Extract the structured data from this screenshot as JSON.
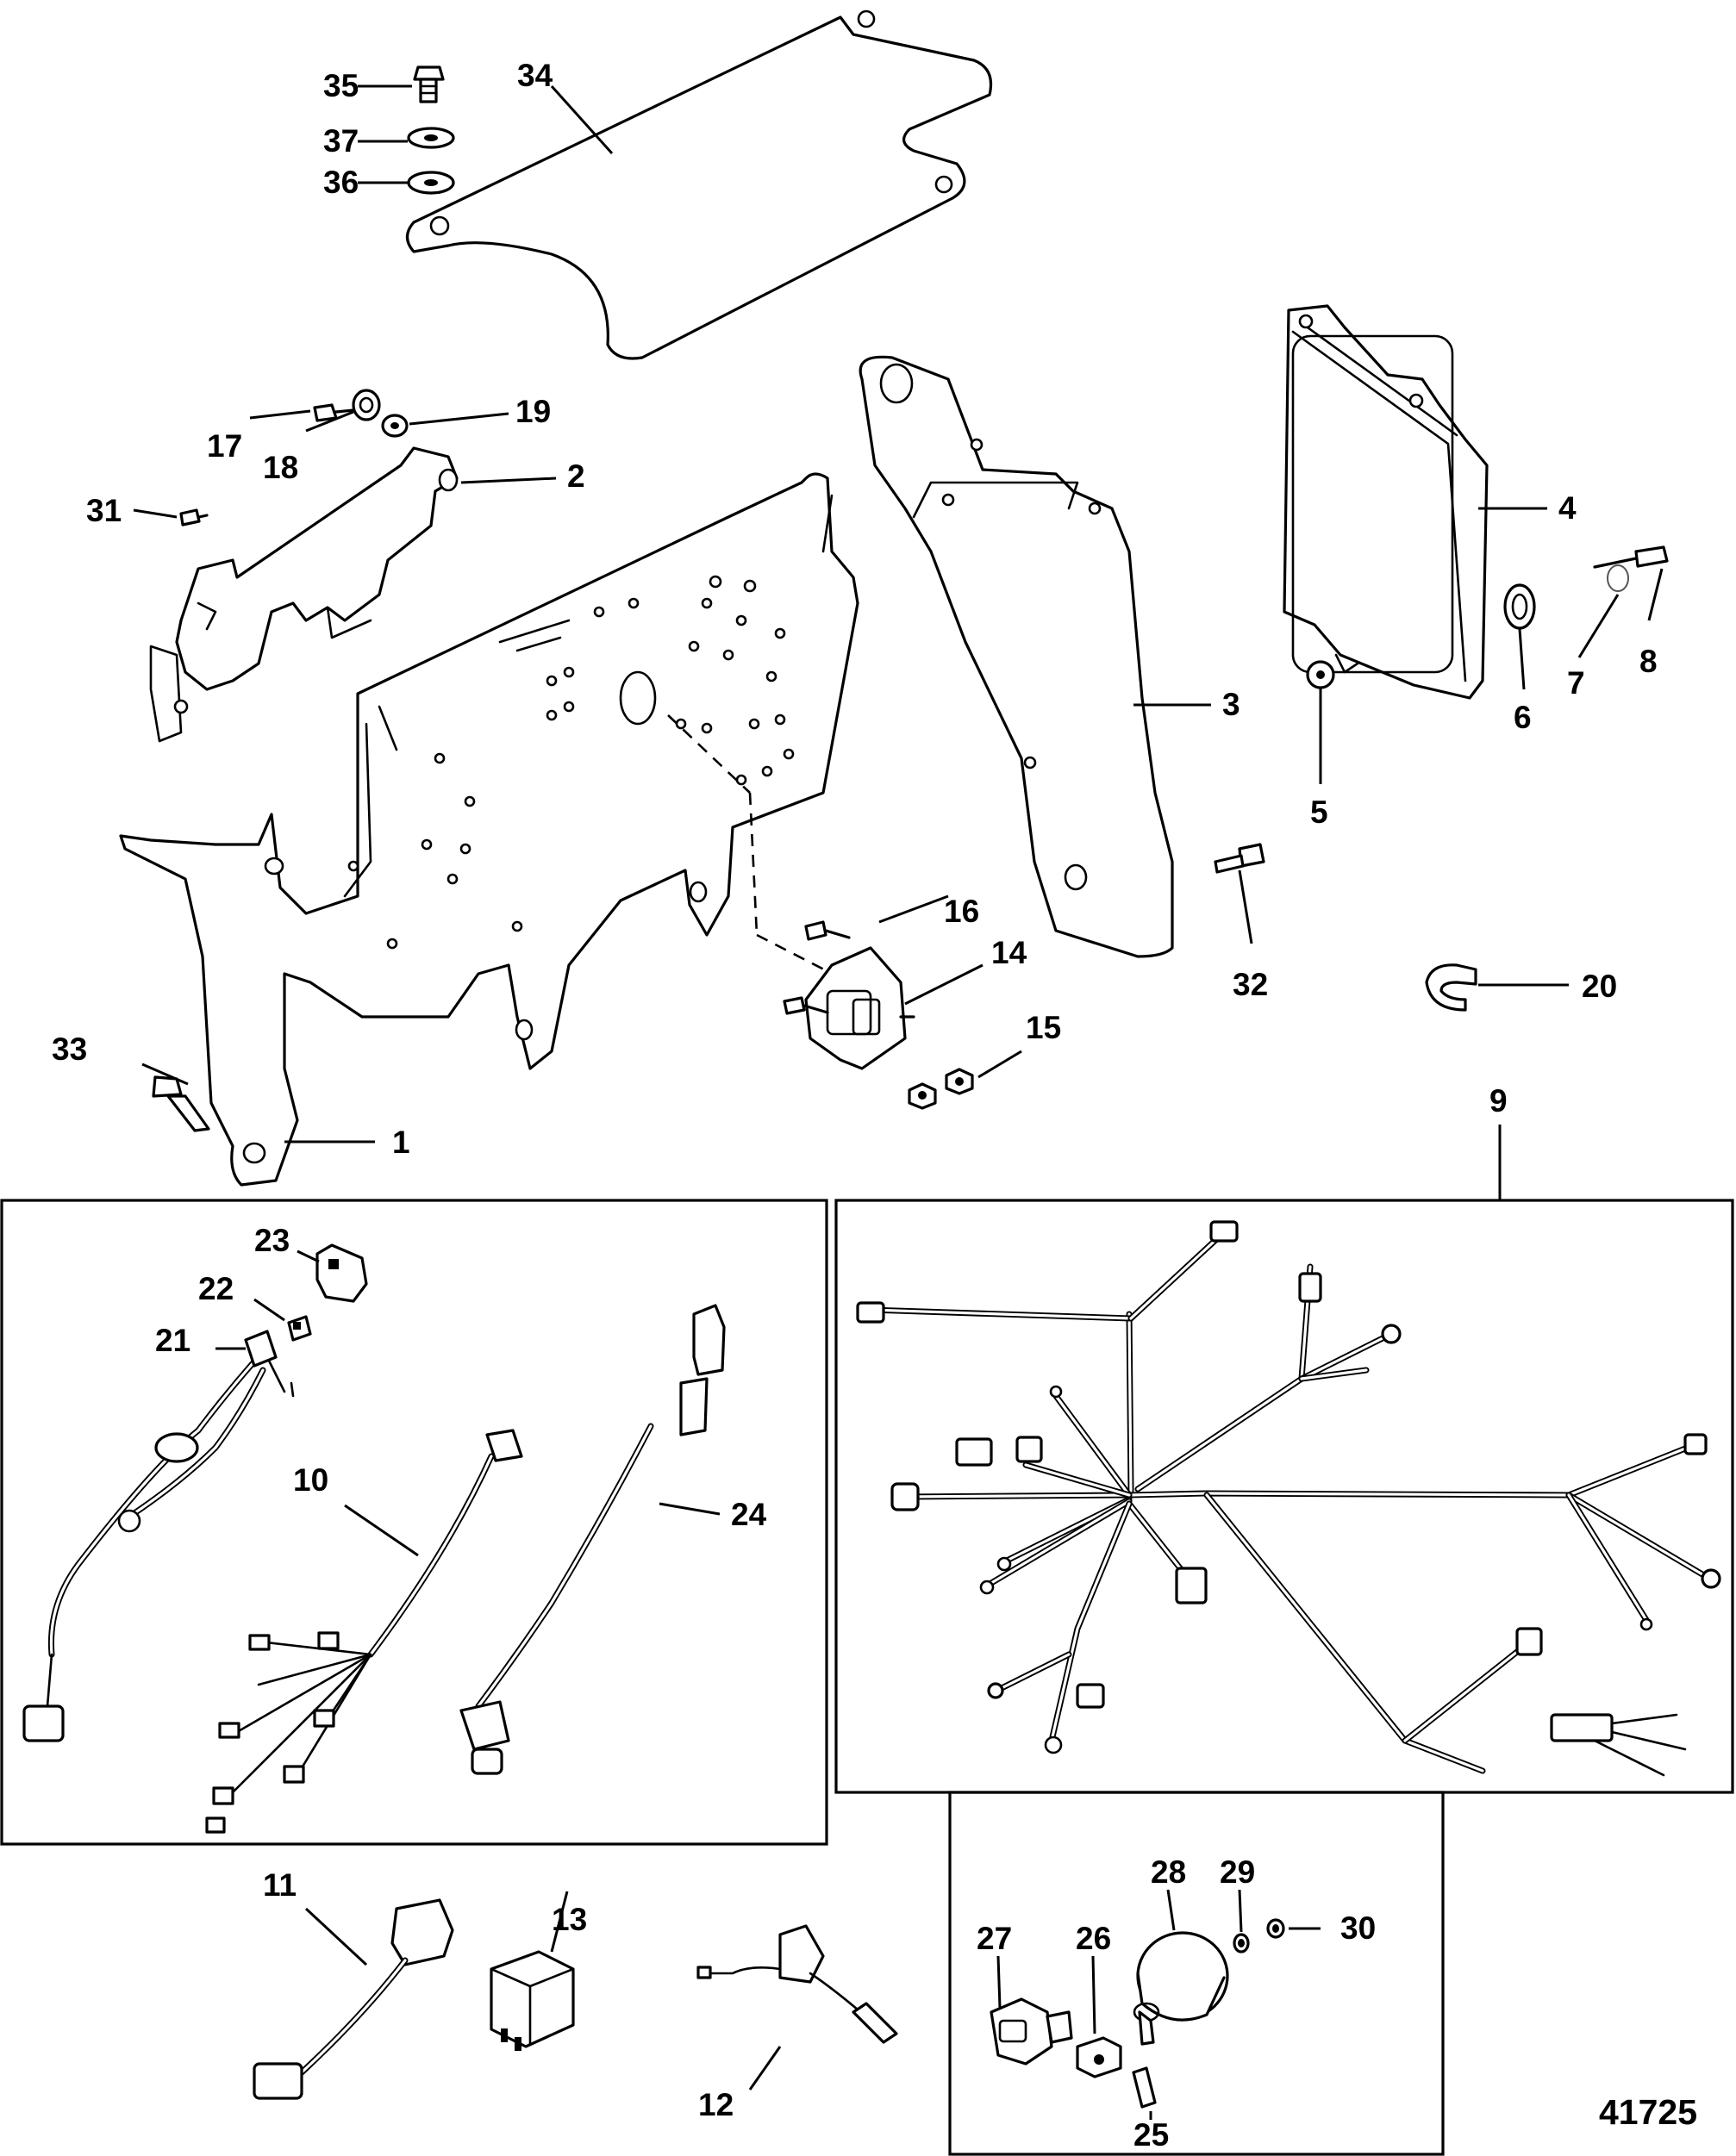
{
  "callouts": {
    "c1": "1",
    "c2": "2",
    "c3": "3",
    "c4": "4",
    "c5": "5",
    "c6": "6",
    "c7": "7",
    "c8": "8",
    "c9": "9",
    "c10": "10",
    "c11": "11",
    "c12": "12",
    "c13": "13",
    "c14": "14",
    "c15": "15",
    "c16": "16",
    "c17": "17",
    "c18": "18",
    "c19": "19",
    "c20": "20",
    "c21": "21",
    "c22": "22",
    "c23": "23",
    "c24": "24",
    "c25": "25",
    "c26": "26",
    "c27": "27",
    "c28": "28",
    "c29": "29",
    "c30": "30",
    "c31": "31",
    "c32": "32",
    "c33": "33",
    "c34": "34",
    "c35": "35",
    "c36": "36",
    "c37": "37"
  },
  "figure_id": "41725"
}
